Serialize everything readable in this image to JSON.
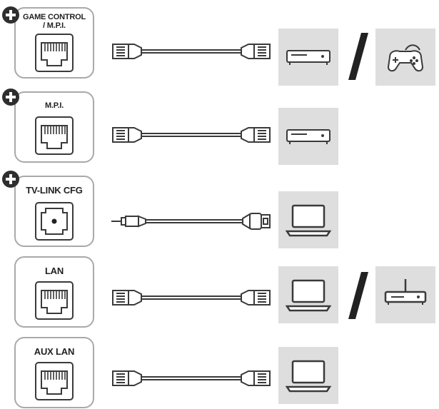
{
  "rows": [
    {
      "label_line1": "GAME CONTROL",
      "label_line2": "/ M.P.I.",
      "port_type": "rj45",
      "has_plus": true,
      "cable_type": "rj45-rj45",
      "devices": [
        "set-top-box",
        "game-controller"
      ]
    },
    {
      "label_line1": "M.P.I.",
      "label_line2": "",
      "port_type": "rj45",
      "has_plus": true,
      "cable_type": "rj45-rj45",
      "devices": [
        "set-top-box"
      ]
    },
    {
      "label_line1": "TV-LINK CFG",
      "label_line2": "",
      "port_type": "audio-jack",
      "has_plus": true,
      "cable_type": "jack-usb",
      "devices": [
        "laptop"
      ]
    },
    {
      "label_line1": "LAN",
      "label_line2": "",
      "port_type": "rj45",
      "has_plus": false,
      "cable_type": "rj45-rj45",
      "devices": [
        "laptop",
        "router"
      ]
    },
    {
      "label_line1": "AUX LAN",
      "label_line2": "",
      "port_type": "rj45",
      "has_plus": false,
      "cable_type": "rj45-rj45",
      "devices": [
        "laptop"
      ]
    }
  ],
  "colors": {
    "outline": "#a9a9a9",
    "icon": "#3a3a3a",
    "device_bg": "#dedede"
  }
}
